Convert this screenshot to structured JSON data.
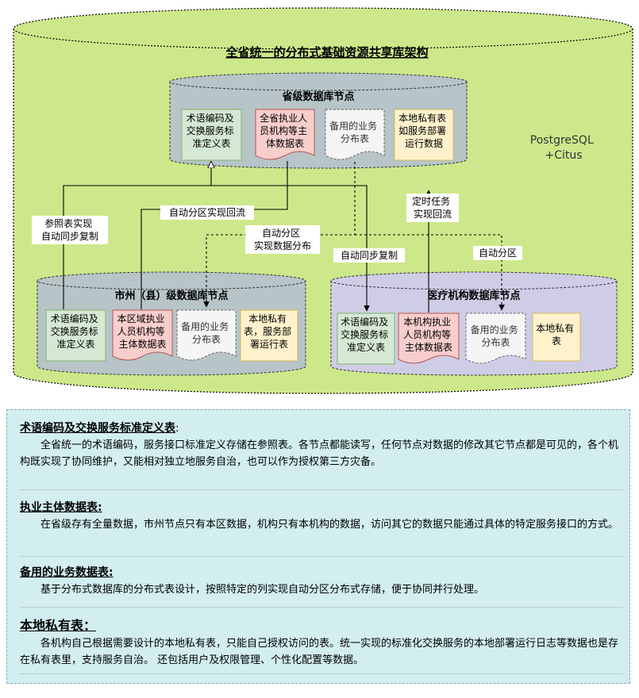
{
  "diagram": {
    "title": "全省统一的分布式基础资源共享库架构",
    "platform": [
      "PostgreSQL",
      "+Citus"
    ],
    "province": {
      "label": "省级数据库节点",
      "tables": {
        "term": [
          "术语编码及",
          "交换服务标",
          "准定义表"
        ],
        "subject": [
          "全省执业人",
          "员机构等主",
          "体数据表"
        ],
        "backup": [
          "备用的业务",
          "分布表"
        ],
        "private": [
          "本地私有表",
          "如服务部署",
          "运行数据"
        ]
      }
    },
    "city": {
      "label": "市州（县）级数据库节点",
      "tables": {
        "term": [
          "术语编码及",
          "交换服务标",
          "准定义表"
        ],
        "subject": [
          "本区域执业",
          "人员机构等",
          "主体数据表"
        ],
        "backup": [
          "备用的业务",
          "分布表"
        ],
        "private": [
          "本地私有",
          "表，服务部",
          "署运行表"
        ]
      }
    },
    "medical": {
      "label": "医疗机构数据库节点",
      "tables": {
        "term": [
          "术语编码及",
          "交换服务标",
          "准定义表"
        ],
        "subject": [
          "本机构执业",
          "人员机构等",
          "主体数据表"
        ],
        "backup": [
          "备用的业务",
          "分布表"
        ],
        "private": [
          "本地私有",
          "表"
        ]
      }
    },
    "edges": {
      "ref_sync": [
        "参照表实现",
        "自动同步复制"
      ],
      "auto_partition_backflow": "自动分区实现回流",
      "auto_partition_distribution": [
        "自动分区",
        "实现数据分布"
      ],
      "timed_task": [
        "定时任务",
        "实现回流"
      ],
      "auto_sync_copy": "自动同步复制",
      "auto_partition": "自动分区"
    }
  },
  "notes": [
    {
      "title": "术语编码及交换服务标准定义表",
      "colon": ":",
      "body": "全省统一的术语编码，服务接口标准定义存储在参照表。各节点都能读写，任何节点对数据的修改其它节点都是可见的，各个机构既实现了协同维护，又能相对独立地服务自治，也可以作为授权第三方灾备。"
    },
    {
      "title": "执业主体数据表:",
      "colon": "",
      "body": "在省级存有全量数据，市州节点只有本区数据，机构只有本机构的数据，访问其它的数据只能通过具体的特定服务接口的方式。"
    },
    {
      "title": "备用的业务数据表:",
      "colon": "",
      "body": "基于分布式数据库的分布式表设计，按照特定的列实现自动分区分布式存储，便于协同并行处理。"
    },
    {
      "title": "本地私有表：",
      "colon": "",
      "body": "各机构自己根据需要设计的本地私有表，只能自己授权访问的表。统一实现的标准化交换服务的本地部署运行日志等数据也是存在私有表里，支持服务自治。 还包括用户及权限管理、个性化配置等数据。"
    }
  ]
}
